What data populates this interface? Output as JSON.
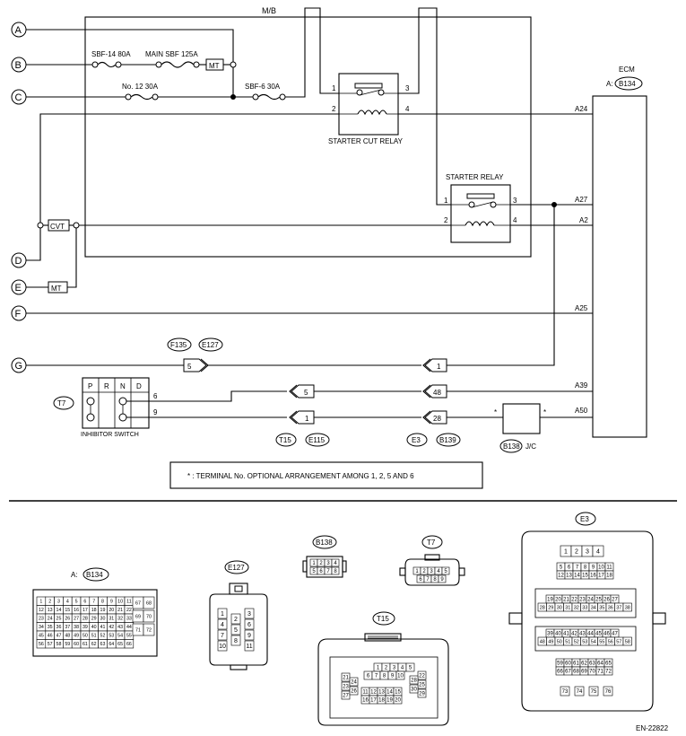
{
  "upper": {
    "mb_label": "M/B",
    "connectors": [
      "A",
      "B",
      "C",
      "D",
      "E",
      "F",
      "G"
    ],
    "fuses": {
      "sbf14": "SBF-14  80A",
      "main_sbf": "MAIN SBF  125A",
      "no12": "No. 12  30A",
      "sbf6": "SBF-6  30A"
    },
    "mt_label": "MT",
    "cvt_label": "CVT",
    "starter_cut_relay": {
      "label": "STARTER CUT RELAY",
      "pins": [
        "1",
        "2",
        "3",
        "4"
      ]
    },
    "starter_relay": {
      "label": "STARTER RELAY",
      "pins": [
        "1",
        "2",
        "3",
        "4"
      ]
    },
    "ecm": {
      "label": "ECM",
      "conn_prefix": "A:",
      "conn": "B134",
      "pins": [
        "A24",
        "A27",
        "A2",
        "A25",
        "A39",
        "A50"
      ]
    },
    "harness": {
      "f135": "F135",
      "e127": "E127",
      "t15": "T15",
      "e115": "E115",
      "e3": "E3",
      "b139": "B139",
      "t7": "T7",
      "b138": "B138",
      "jc": "J/C",
      "pin5": "5",
      "pin1a": "1",
      "pin5b": "5",
      "pin48": "48",
      "pin1b": "1",
      "pin28": "28",
      "wire6": "6",
      "wire9": "9",
      "star": "*"
    },
    "inhibitor": {
      "label": "INHIBITOR SWITCH",
      "positions": [
        "P",
        "R",
        "N",
        "D"
      ]
    },
    "note": "* : TERMINAL No. OPTIONAL ARRANGEMENT AMONG 1, 2, 5 AND 6"
  },
  "lower": {
    "b134": {
      "prefix": "A:",
      "label": "B134",
      "rows": [
        [
          "1",
          "2",
          "3",
          "4",
          "5",
          "6",
          "7",
          "8",
          "9",
          "10",
          "11"
        ],
        [
          "12",
          "13",
          "14",
          "15",
          "16",
          "17",
          "18",
          "19",
          "20",
          "21",
          "22"
        ],
        [
          "23",
          "24",
          "25",
          "26",
          "27",
          "28",
          "29",
          "30",
          "31",
          "32",
          "33"
        ],
        [
          "34",
          "35",
          "36",
          "37",
          "38",
          "39",
          "40",
          "41",
          "42",
          "43",
          "44"
        ],
        [
          "45",
          "46",
          "47",
          "48",
          "49",
          "50",
          "51",
          "52",
          "53",
          "54",
          "55"
        ],
        [
          "56",
          "57",
          "58",
          "59",
          "60",
          "61",
          "62",
          "63",
          "64",
          "65",
          "66"
        ]
      ],
      "side": [
        [
          "67",
          "68"
        ],
        [
          "69",
          "70"
        ],
        [
          "71",
          "72"
        ]
      ]
    },
    "e127": {
      "label": "E127",
      "left": [
        "1",
        "4",
        "7",
        "10"
      ],
      "mid": [
        "2",
        "5",
        "8"
      ],
      "right": [
        "3",
        "6",
        "9",
        "11"
      ]
    },
    "b138": {
      "label": "B138",
      "top": [
        "1",
        "2",
        "3",
        "4"
      ],
      "bottom": [
        "5",
        "6",
        "7",
        "8"
      ]
    },
    "t7": {
      "label": "T7",
      "top": [
        "1",
        "2",
        "3",
        "4",
        "5"
      ],
      "bottom": [
        "6",
        "7",
        "8",
        "9"
      ]
    },
    "t15": {
      "label": "T15",
      "top": [
        "1",
        "2",
        "3",
        "4",
        "5"
      ],
      "second": [
        "6",
        "7",
        "8",
        "9",
        "10"
      ],
      "left": [
        "21",
        "23",
        "27"
      ],
      "left2": [
        "24",
        "26"
      ],
      "right": [
        "22",
        "25",
        "29"
      ],
      "right2": [
        "28",
        "30"
      ],
      "row3": [
        "11",
        "12",
        "13",
        "14",
        "15"
      ],
      "row4": [
        "16",
        "17",
        "18",
        "19",
        "20"
      ]
    },
    "e3": {
      "label": "E3",
      "r1": [
        "1",
        "2",
        "3",
        "4"
      ],
      "r2": [
        "5",
        "6",
        "7",
        "8",
        "9",
        "10",
        "11"
      ],
      "r3": [
        "12",
        "13",
        "14",
        "15",
        "16",
        "17",
        "18"
      ],
      "r4": [
        "19",
        "20",
        "21",
        "22",
        "23",
        "24",
        "25",
        "26",
        "27"
      ],
      "r5": [
        "28",
        "29",
        "30",
        "31",
        "32",
        "33",
        "34",
        "35",
        "36",
        "37",
        "38"
      ],
      "r6": [
        "39",
        "40",
        "41",
        "42",
        "43",
        "44",
        "45",
        "46",
        "47"
      ],
      "r7": [
        "48",
        "49",
        "50",
        "51",
        "52",
        "53",
        "54",
        "55",
        "56",
        "57",
        "58"
      ],
      "r8": [
        "59",
        "60",
        "61",
        "62",
        "63",
        "64",
        "65"
      ],
      "r9": [
        "66",
        "67",
        "68",
        "69",
        "70",
        "71",
        "72"
      ],
      "r10": [
        "73",
        "74",
        "75",
        "76"
      ]
    },
    "code": "EN-22822"
  }
}
